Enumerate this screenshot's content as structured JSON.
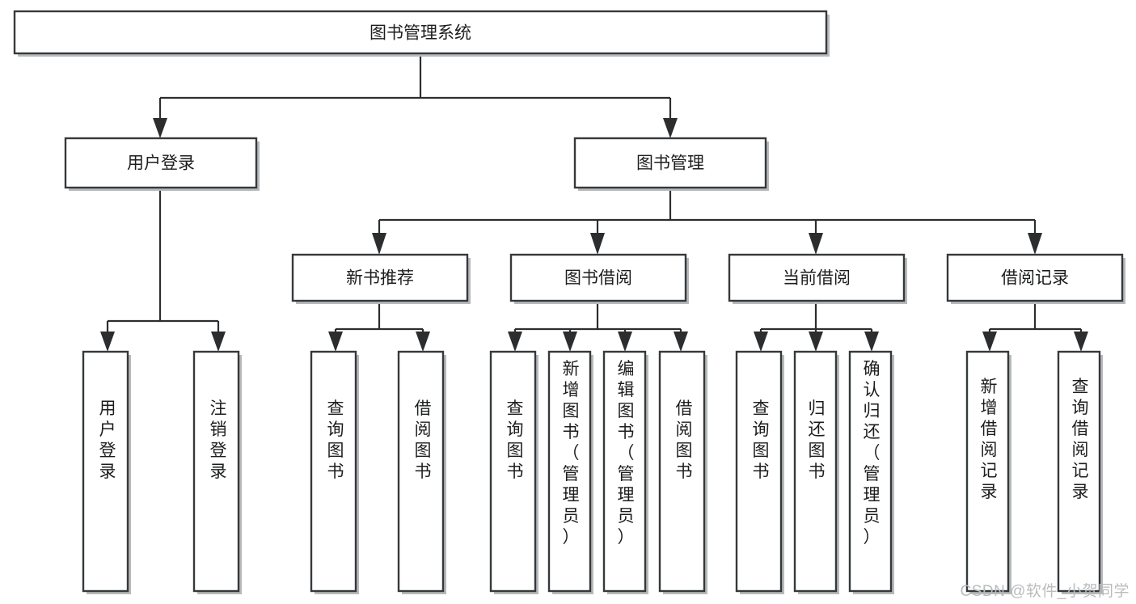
{
  "diagram": {
    "title": "图书管理系统",
    "type": "tree",
    "root": {
      "id": "root",
      "label": "图书管理系统",
      "orientation": "horizontal"
    },
    "level2": [
      {
        "id": "user-login",
        "label": "用户登录",
        "orientation": "horizontal"
      },
      {
        "id": "book-management",
        "label": "图书管理",
        "orientation": "horizontal"
      }
    ],
    "level3": [
      {
        "id": "new-book-recommend",
        "label": "新书推荐",
        "orientation": "horizontal",
        "parent": "book-management"
      },
      {
        "id": "book-borrow",
        "label": "图书借阅",
        "orientation": "horizontal",
        "parent": "book-management"
      },
      {
        "id": "current-borrow",
        "label": "当前借阅",
        "orientation": "horizontal",
        "parent": "book-management"
      },
      {
        "id": "borrow-record",
        "label": "借阅记录",
        "orientation": "horizontal",
        "parent": "book-management"
      }
    ],
    "leaves": [
      {
        "id": "leaf-user-login",
        "label": "用户登录",
        "orientation": "vertical",
        "parent": "user-login"
      },
      {
        "id": "leaf-user-logout",
        "label": "注销登录",
        "orientation": "vertical",
        "parent": "user-login"
      },
      {
        "id": "leaf-query-book-1",
        "label": "查询图书",
        "orientation": "vertical",
        "parent": "new-book-recommend"
      },
      {
        "id": "leaf-borrow-book-1",
        "label": "借阅图书",
        "orientation": "vertical",
        "parent": "new-book-recommend"
      },
      {
        "id": "leaf-query-book-2",
        "label": "查询图书",
        "orientation": "vertical",
        "parent": "book-borrow"
      },
      {
        "id": "leaf-add-book",
        "label": "新增图书（管理员）",
        "orientation": "vertical",
        "parent": "book-borrow"
      },
      {
        "id": "leaf-edit-book",
        "label": "编辑图书（管理员）",
        "orientation": "vertical",
        "parent": "book-borrow"
      },
      {
        "id": "leaf-borrow-book-2",
        "label": "借阅图书",
        "orientation": "vertical",
        "parent": "book-borrow"
      },
      {
        "id": "leaf-query-book-3",
        "label": "查询图书",
        "orientation": "vertical",
        "parent": "current-borrow"
      },
      {
        "id": "leaf-return-book",
        "label": "归还图书",
        "orientation": "vertical",
        "parent": "current-borrow"
      },
      {
        "id": "leaf-confirm-return",
        "label": "确认归还（管理员）",
        "orientation": "vertical",
        "parent": "current-borrow"
      },
      {
        "id": "leaf-add-record",
        "label": "新增借阅记录",
        "orientation": "vertical",
        "parent": "borrow-record"
      },
      {
        "id": "leaf-query-record",
        "label": "查询借阅记录",
        "orientation": "vertical",
        "parent": "borrow-record"
      }
    ],
    "colors": {
      "box_fill": "#ffffff",
      "box_stroke": "#36393b",
      "connector": "#2b2d2f",
      "text": "#1c1d1f",
      "watermark": "#b9bbbd",
      "background": "#ffffff"
    }
  },
  "watermark": {
    "text": "CSDN @软件_小贺同学"
  }
}
